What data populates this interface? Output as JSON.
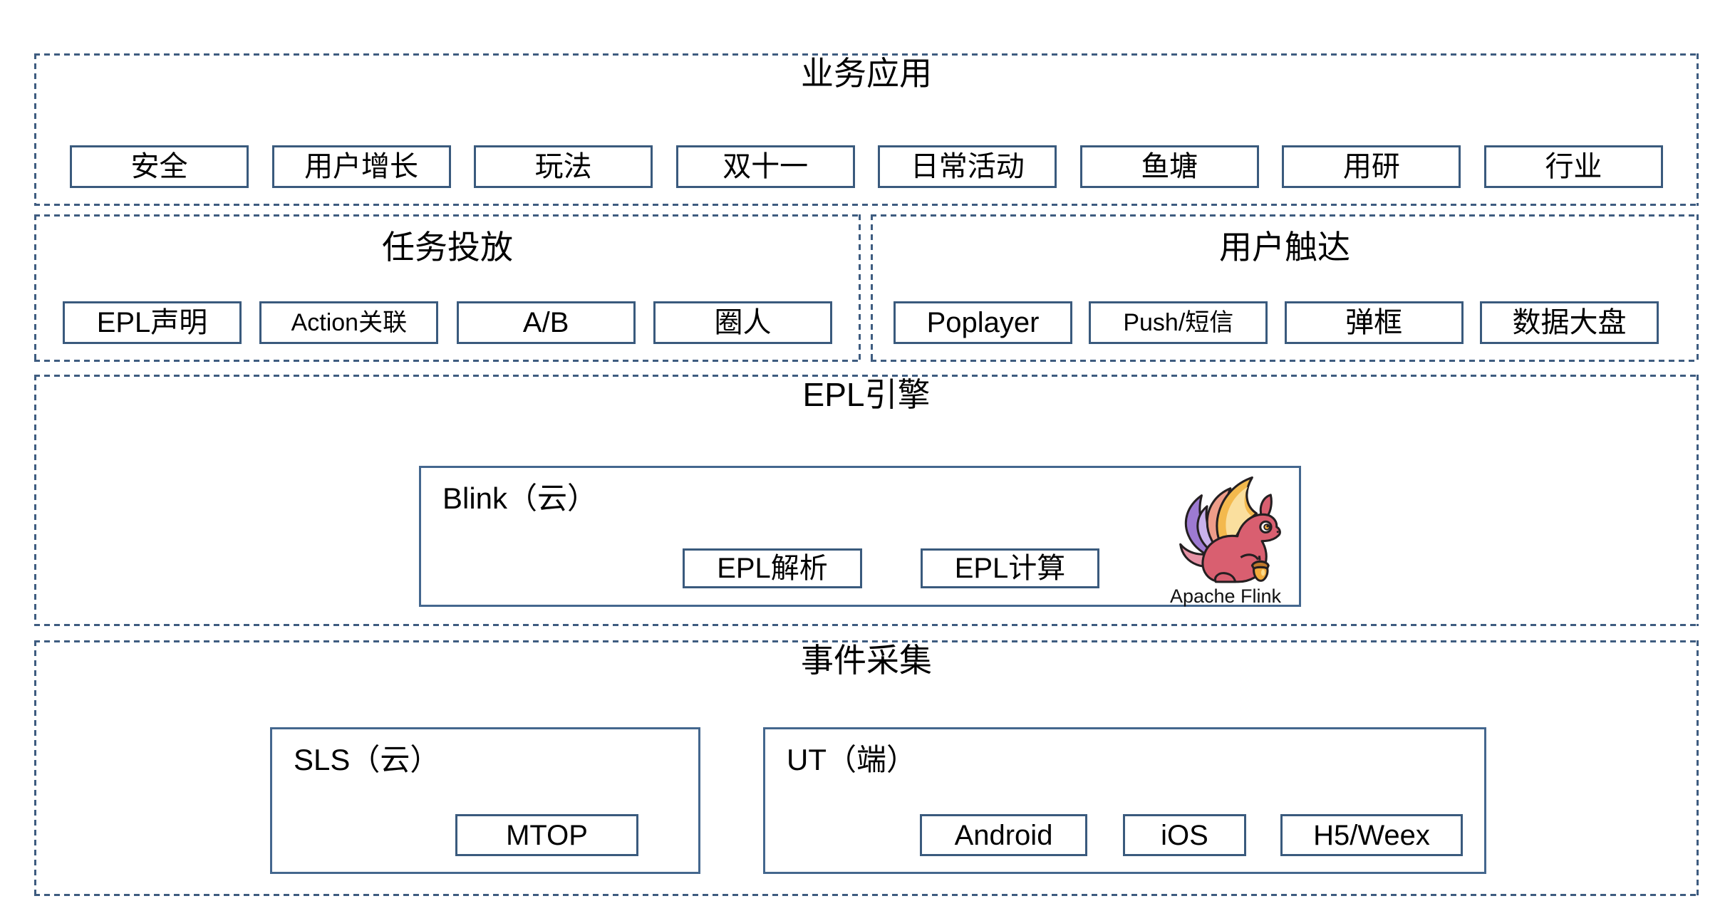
{
  "layers": {
    "business": {
      "title": "业务应用",
      "chips": [
        "安全",
        "用户增长",
        "玩法",
        "双十一",
        "日常活动",
        "鱼塘",
        "用研",
        "行业"
      ]
    },
    "task_delivery": {
      "title": "任务投放",
      "chips": [
        "EPL声明",
        "Action关联",
        "A/B",
        "圈人"
      ]
    },
    "user_reach": {
      "title": "用户触达",
      "chips": [
        "Poplayer",
        "Push/短信",
        "弹框",
        "数据大盘"
      ]
    },
    "epl_engine": {
      "title": "EPL引擎",
      "blink": {
        "label": "Blink（云）",
        "chips": [
          "EPL解析",
          "EPL计算"
        ],
        "logo_caption": "Apache Flink"
      }
    },
    "event_collection": {
      "title": "事件采集",
      "sls": {
        "label": "SLS（云）",
        "chips": [
          "MTOP"
        ]
      },
      "ut": {
        "label": "UT（端）",
        "chips": [
          "Android",
          "iOS",
          "H5/Weex"
        ]
      }
    }
  },
  "colors": {
    "text": "#000000",
    "border-dashed": "#3e5c80",
    "border-solid": "#44678e",
    "border-chip": "#3a5a7d",
    "logo-body": "#d95f70",
    "logo-tail-gold": "#f3b94d",
    "logo-tail-gold-light": "#fadf9e",
    "logo-tail-salmon": "#ee9d89",
    "logo-tail-purple": "#9d7ad2",
    "logo-tail-lavender": "#c9b2ec",
    "logo-tail-pink": "#e893a6",
    "logo-acorn": "#f2ab3c",
    "logo-acorn-cap": "#c07a2c",
    "logo-outline": "#241f21"
  }
}
